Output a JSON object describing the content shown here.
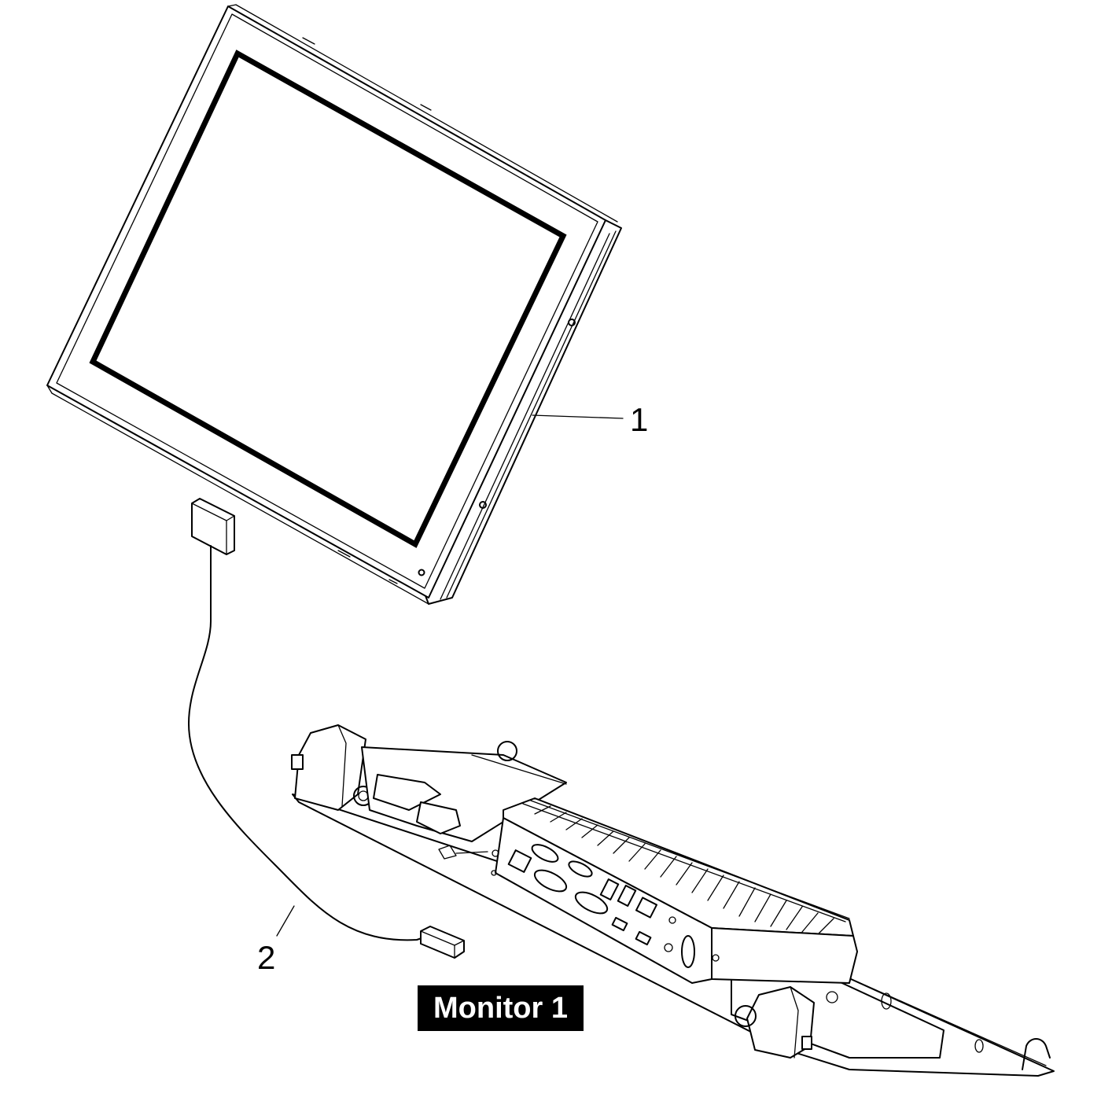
{
  "callouts": [
    {
      "id": "monitor",
      "label": "1"
    },
    {
      "id": "cable",
      "label": "2"
    }
  ],
  "caption": {
    "text": "Monitor 1"
  },
  "colors": {
    "line": "#000000",
    "background": "#ffffff",
    "caption_bg": "#000000",
    "caption_text": "#ffffff"
  }
}
